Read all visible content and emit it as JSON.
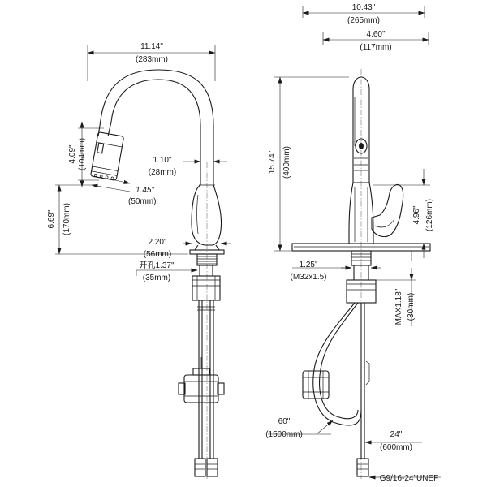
{
  "side_view": {
    "width_in": "11.14\"",
    "width_mm": "(283mm)",
    "head_len_in": "4.09\"",
    "head_len_mm": "(104mm)",
    "head_dia_in": "1.45\"",
    "head_dia_mm": "(50mm)",
    "reach_dia_in": "1.10\"",
    "reach_dia_mm": "(28mm)",
    "clearance_in": "6.69\"",
    "clearance_mm": "(170mm)",
    "base_dia_in": "2.20\"",
    "base_dia_mm": "(56mm)",
    "hole_in": "开孔1.37\"",
    "hole_mm": "(35mm)"
  },
  "front_view": {
    "plate_width_in": "10.43\"",
    "plate_width_mm": "(265mm)",
    "handle_offset_in": "4.60\"",
    "handle_offset_mm": "(117mm)",
    "height_in": "15.74\"",
    "height_mm": "(400mm)",
    "handle_height_in": "4.96\"",
    "handle_height_mm": "(126mm)",
    "thread_in": "1.25\"",
    "thread_mm": "(M32x1.5)",
    "deck_in": "MAX1.18\"",
    "deck_mm": "(30mm)",
    "hose_in": "60\"",
    "hose_mm": "(1500mm)",
    "supply_in": "24\"",
    "supply_mm": "(600mm)",
    "connector": "G9/16-24\"UNEF"
  }
}
